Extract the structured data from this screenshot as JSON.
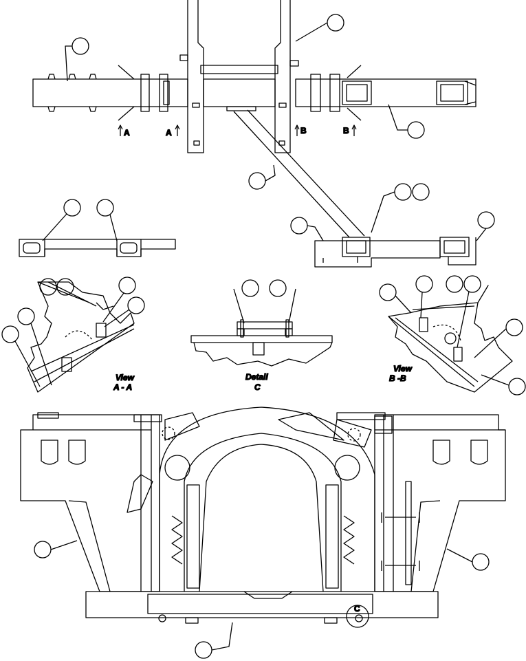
{
  "section_markers": {
    "a_left": "A",
    "a_right": "A",
    "b_left": "B",
    "b_right": "B"
  },
  "view_aa": {
    "line1": "View",
    "line2": "A - A"
  },
  "detail_c": {
    "line1": "Detail",
    "line2": "C"
  },
  "view_bb": {
    "line1": "View",
    "line2": "B -B"
  },
  "callout_c": "C",
  "colors": {
    "line": "#000000",
    "background": "#ffffff"
  }
}
